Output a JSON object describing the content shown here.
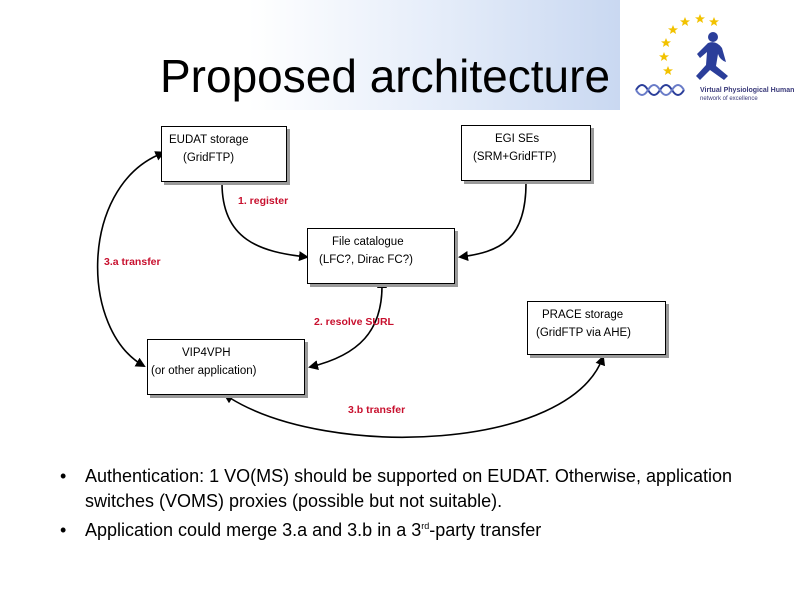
{
  "slide": {
    "title": "Proposed architecture"
  },
  "logo": {
    "line1": "Virtual Physiological Human",
    "line2": "network of excellence",
    "icon": "vph-logo-icon"
  },
  "diagram": {
    "nodes": {
      "eudat": {
        "line1": "EUDAT storage",
        "line2": "(GridFTP)"
      },
      "egi": {
        "line1": "EGI SEs",
        "line2": "(SRM+GridFTP)"
      },
      "catalogue": {
        "line1": "File catalogue",
        "line2": "(LFC?, Dirac FC?)"
      },
      "prace": {
        "line1": "PRACE storage",
        "line2": "(GridFTP via AHE)"
      },
      "vip": {
        "line1": "VIP4VPH",
        "line2": "(or other application)"
      }
    },
    "labels": {
      "register": "1. register",
      "transfer_a": "3.a transfer",
      "resolve": "2. resolve SURL",
      "transfer_b": "3.b transfer"
    },
    "label_color": "#c8102e"
  },
  "bullets": [
    {
      "text": "Authentication: 1 VO(MS) should be supported on EUDAT. Otherwise, application switches (VOMS) proxies (possible but not suitable)."
    },
    {
      "text_before": "Application could merge 3.a and 3.b in a 3",
      "sup": "rd",
      "text_after": "-party transfer"
    }
  ]
}
